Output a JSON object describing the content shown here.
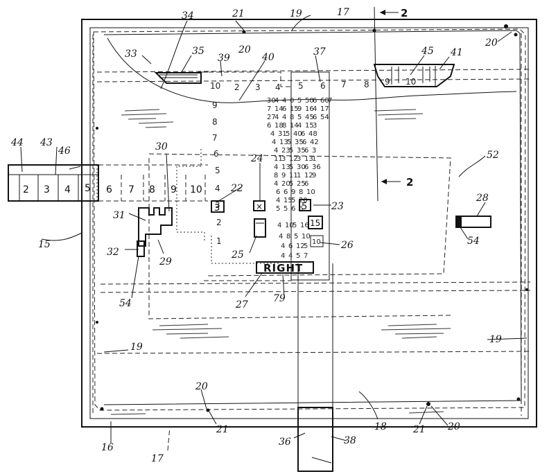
{
  "figure": {
    "section_marker_top": "2",
    "section_marker_mid": "2",
    "right_label": "RIGHT",
    "reference_numerals": [
      {
        "id": "r21a",
        "text": "21"
      },
      {
        "id": "r19a",
        "text": "19"
      },
      {
        "id": "r17a",
        "text": "17"
      },
      {
        "id": "r34",
        "text": "34"
      },
      {
        "id": "r20a",
        "text": "20"
      },
      {
        "id": "r20b",
        "text": "20"
      },
      {
        "id": "r33",
        "text": "33"
      },
      {
        "id": "r35",
        "text": "35"
      },
      {
        "id": "r39",
        "text": "39"
      },
      {
        "id": "r40",
        "text": "40"
      },
      {
        "id": "r37",
        "text": "37"
      },
      {
        "id": "r45",
        "text": "45"
      },
      {
        "id": "r41",
        "text": "41"
      },
      {
        "id": "r44",
        "text": "44"
      },
      {
        "id": "r43",
        "text": "43"
      },
      {
        "id": "r46",
        "text": "46"
      },
      {
        "id": "r30",
        "text": "30"
      },
      {
        "id": "r24",
        "text": "24"
      },
      {
        "id": "r52",
        "text": "52"
      },
      {
        "id": "r22",
        "text": "22"
      },
      {
        "id": "r23",
        "text": "23"
      },
      {
        "id": "r28",
        "text": "28"
      },
      {
        "id": "r31",
        "text": "31"
      },
      {
        "id": "r15",
        "text": "15"
      },
      {
        "id": "r29",
        "text": "29"
      },
      {
        "id": "r32",
        "text": "32"
      },
      {
        "id": "r25",
        "text": "25"
      },
      {
        "id": "r26",
        "text": "26"
      },
      {
        "id": "r54a",
        "text": "54"
      },
      {
        "id": "r54b",
        "text": "54"
      },
      {
        "id": "r27",
        "text": "27"
      },
      {
        "id": "r79",
        "text": "79"
      },
      {
        "id": "r19b",
        "text": "19"
      },
      {
        "id": "r19c",
        "text": "19"
      },
      {
        "id": "r20c",
        "text": "20"
      },
      {
        "id": "r21b",
        "text": "21"
      },
      {
        "id": "r18",
        "text": "18"
      },
      {
        "id": "r21c",
        "text": "21"
      },
      {
        "id": "r20d",
        "text": "20"
      },
      {
        "id": "r16",
        "text": "16"
      },
      {
        "id": "r17b",
        "text": "17"
      },
      {
        "id": "r36",
        "text": "36"
      },
      {
        "id": "r38",
        "text": "38"
      }
    ],
    "left_scale_numbers": [
      "10",
      "9",
      "8",
      "7",
      "6",
      "5",
      "4",
      "3",
      "2",
      "1"
    ],
    "top_scale_numbers": [
      "2",
      "3",
      "4"
    ],
    "top_right_numbers": [
      "5",
      "6",
      "7",
      "8",
      "9",
      "10"
    ],
    "strip_numbers": [
      "2",
      "3",
      "4",
      "5",
      "6",
      "7",
      "8",
      "9",
      "10"
    ],
    "dial_values": {
      "b22": "3",
      "b24": "×",
      "b23": "5",
      "b15": "15",
      "b26": "10"
    }
  }
}
